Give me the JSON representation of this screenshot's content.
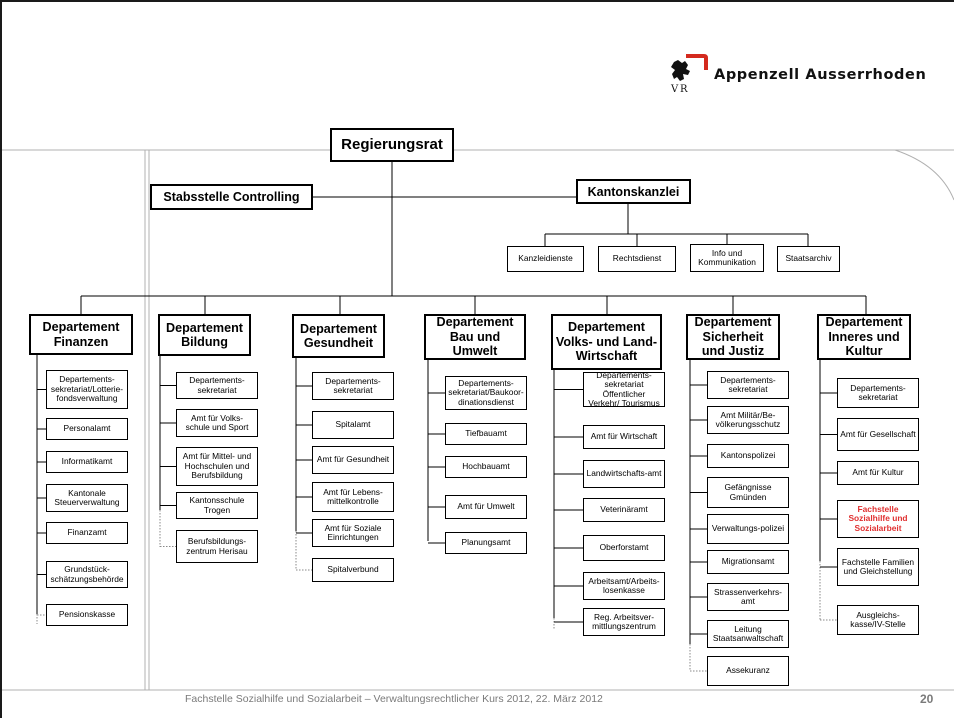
{
  "header": {
    "org_name": "Appenzell Ausserrhoden",
    "logo_initials": "VR"
  },
  "top": {
    "regierungsrat": "Regierungsrat",
    "stabsstelle": "Stabsstelle Controlling",
    "kanzlei": "Kantonskanzlei",
    "kanzlei_units": [
      "Kanzleidienste",
      "Rechtsdienst",
      "Info und Kommunikation",
      "Staatsarchiv"
    ]
  },
  "departments": [
    {
      "name": "Departement Finanzen",
      "units": [
        "Departements-sekretariat/Lotterie-fondsverwaltung",
        "Personalamt",
        "Informatikamt",
        "Kantonale Steuerverwaltung",
        "Finanzamt",
        "Grundstück-schätzungsbehörde",
        "Pensionskasse"
      ]
    },
    {
      "name": "Departement Bildung",
      "units": [
        "Departements-sekretariat",
        "Amt für Volks-schule und Sport",
        "Amt für Mittel- und Hochschulen und Berufsbildung",
        "Kantonsschule Trogen",
        "Berufsbildungs-zentrum Herisau"
      ]
    },
    {
      "name": "Departement Gesundheit",
      "units": [
        "Departements-sekretariat",
        "Spitalamt",
        "Amt für Gesundheit",
        "Amt für Lebens-mittelkontrolle",
        "Amt für Soziale Einrichtungen",
        "Spitalverbund"
      ]
    },
    {
      "name": "Departement Bau und Umwelt",
      "units": [
        "Departements-sekretariat/Baukoor-dinationsdienst",
        "Tiefbauamt",
        "Hochbauamt",
        "Amt für Umwelt",
        "Planungsamt"
      ]
    },
    {
      "name": "Departement Volks- und Land-Wirtschaft",
      "units": [
        "Departements-sekretariat Öffentlicher Verkehr/ Tourismus",
        "Amt für Wirtschaft",
        "Landwirtschafts-amt",
        "Veterinäramt",
        "Oberforstamt",
        "Arbeitsamt/Arbeits-losenkasse",
        "Reg. Arbeitsver-mittlungszentrum"
      ]
    },
    {
      "name": "Departement Sicherheit und Justiz",
      "units": [
        "Departements-sekretariat",
        "Amt Militär/Be-völkerungsschutz",
        "Kantonspolizei",
        "Gefängnisse Gmünden",
        "Verwaltungs-polizei",
        "Migrationsamt",
        "Strassenverkehrs-amt",
        "Leitung Staatsanwaltschaft",
        "Assekuranz"
      ]
    },
    {
      "name": "Departement Inneres und Kultur",
      "units": [
        "Departements-sekretariat",
        "Amt für Gesellschaft",
        "Amt für Kultur",
        "Fachstelle Sozialhilfe und Sozialarbeit",
        "Fachstelle Familien und Gleichstellung",
        "Ausgleichs-kasse/IV-Stelle"
      ]
    }
  ],
  "footer": {
    "text": "Fachstelle Sozialhilfe und Sozialarbeit – Verwaltungsrechtlicher Kurs 2012, 22. März 2012",
    "page": "20"
  },
  "colors": {
    "highlight": "#e03030",
    "brand_red": "#d42a1e",
    "footer_gray": "#7a7a7a"
  }
}
